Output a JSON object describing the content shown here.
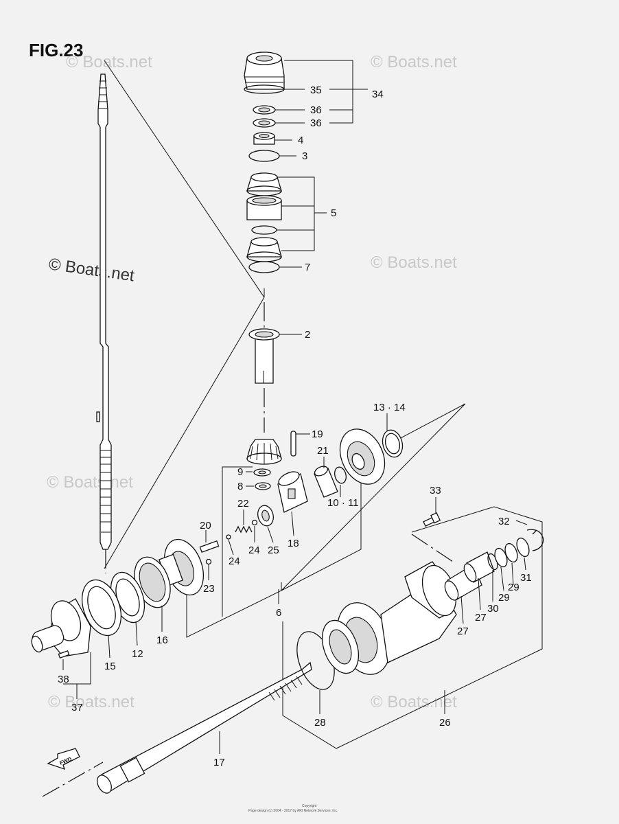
{
  "figure": {
    "title": "FIG.23"
  },
  "watermarks": [
    "© Boats.net",
    "© Boats.net",
    "© Boats.net",
    "© Boats.net",
    "© Boats.net",
    "© Boats.net",
    "© Boats.net"
  ],
  "callouts": [
    "35",
    "34",
    "36",
    "36",
    "4",
    "3",
    "5",
    "7",
    "2",
    "13 · 14",
    "19",
    "21",
    "9",
    "8",
    "22",
    "10 · 11",
    "20",
    "24",
    "24",
    "25",
    "18",
    "23",
    "33",
    "32",
    "6",
    "16",
    "12",
    "15",
    "38",
    "37",
    "27",
    "27",
    "30",
    "29",
    "29",
    "31",
    "28",
    "26",
    "17"
  ],
  "fwd_label": "FWD",
  "footer": {
    "line1": "Copyright",
    "line2": "Page design (c) 2004 - 2017 by ARI Network Services, Inc."
  },
  "icons": [
    "fwd-arrow-icon"
  ]
}
